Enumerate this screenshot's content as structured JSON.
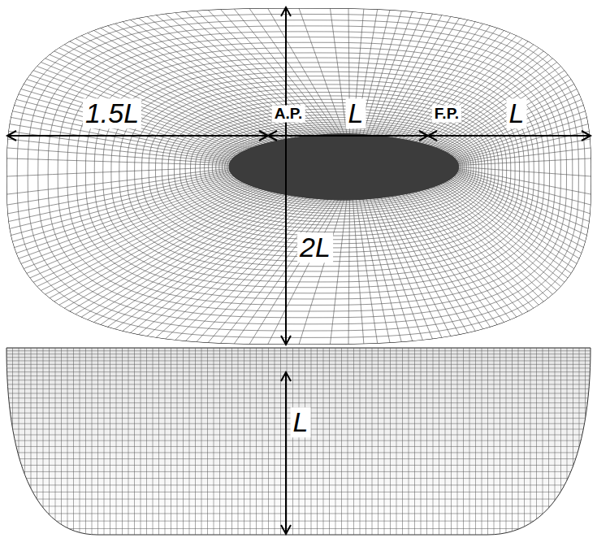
{
  "diagram": {
    "labels": [
      "1.5L",
      "A.P.",
      "L",
      "F.P.",
      "L",
      "2L",
      "L"
    ]
  }
}
